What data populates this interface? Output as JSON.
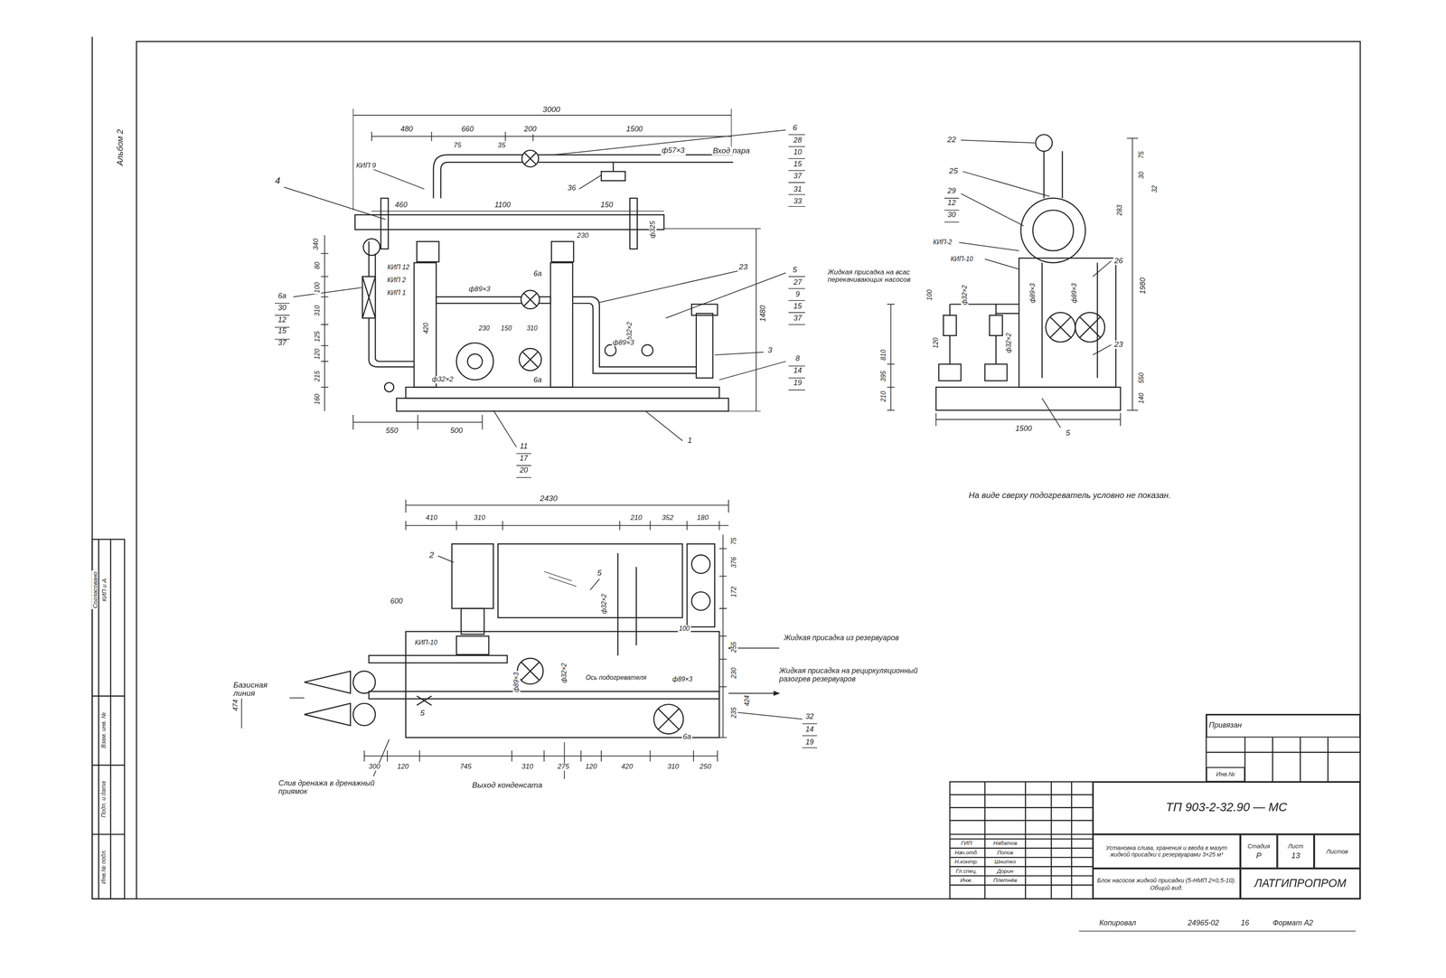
{
  "diagram": {
    "nodes": [
      {
        "text": [
          "Привязан"
        ]
      },
      {
        "text": [
          "Инв.№"
        ]
      },
      {
        "text": [
          "ТП 903-2-32.90 — МС"
        ]
      },
      {
        "text": [
          "Установка слива, хранения и ввода в мазут жидкой присадки с резервуарами 3×25 м³"
        ]
      },
      {
        "text": [
          "Блок насосов жидкой присадки (5-НМП 2×0,5-10). Общий вид."
        ]
      },
      {
        "text": [
          "Стадия",
          "Р"
        ]
      },
      {
        "text": [
          "Лист",
          "13"
        ]
      },
      {
        "text": [
          "Листов"
        ]
      },
      {
        "text": [
          "ЛАТГИПРОПРОМ"
        ]
      }
    ],
    "labels": [
      "3000",
      "480",
      "660",
      "200",
      "1500",
      "75",
      "35",
      "ф57×3",
      "Вход пара",
      "КИП 9",
      "4",
      "36",
      "460",
      "1100",
      "150",
      "230",
      "ф325",
      "6",
      "28",
      "10",
      "15",
      "37",
      "31",
      "33",
      "23",
      "5",
      "27",
      "9",
      "15",
      "37",
      "3",
      "8",
      "14",
      "19",
      "1480",
      "340",
      "6а",
      "30",
      "12",
      "15",
      "37",
      "КИП 12",
      "КИП 2",
      "КИП 1",
      "ф89×3",
      "6а",
      "420",
      "230",
      "150",
      "310",
      "6а",
      "ф32×2",
      "ф89×3",
      "ф32×2",
      "160",
      "215",
      "120",
      "125",
      "310",
      "100",
      "80",
      "550",
      "500",
      "11",
      "17",
      "20",
      "1",
      "22",
      "25",
      "29",
      "12",
      "30",
      "75",
      "30",
      "32",
      "283",
      "Жидкая присадка на всас перекачивающих насосов",
      "КИП-2",
      "КИП-10",
      "1980",
      "26",
      "23",
      "100",
      "120",
      "ф32×2",
      "ф32×2",
      "ф89×3",
      "ф89×3",
      "810",
      "395",
      "210",
      "550",
      "140",
      "1500",
      "5",
      "На виде сверху подогреватель условно не показан.",
      "2430",
      "410",
      "310",
      "210",
      "352",
      "180",
      "2",
      "600",
      "КИП-10",
      "5",
      "ф32×2",
      "Жидкая присадка из резервуаров",
      "Жидкая присадка на рециркуляционный разогрев резервуаров",
      "Базисная линия",
      "ф89×3",
      "ф32×2",
      "Ось подогревателя",
      "ф89×3",
      "5",
      "474",
      "75",
      "376",
      "172",
      "100",
      "255",
      "230",
      "235",
      "424",
      "32",
      "14",
      "19",
      "300",
      "120",
      "745",
      "310",
      "275",
      "120",
      "420",
      "310",
      "250",
      "6а",
      "Слив дренажа в дренажный приямок",
      "Выход конденсата",
      "Альбом 2",
      "Согласовано",
      "КИП и А",
      "Инв.№ подл.",
      "Подп. и дата",
      "Взам. инв. №",
      "ГИП",
      "Нач.отд.",
      "Н.контр.",
      "Гл.спец.",
      "Инж.",
      "Набатов",
      "Попов",
      "Шнитко",
      "Дорин",
      "Плетнёв",
      "Копировал",
      "24965-02",
      "16",
      "Формат А2"
    ]
  }
}
